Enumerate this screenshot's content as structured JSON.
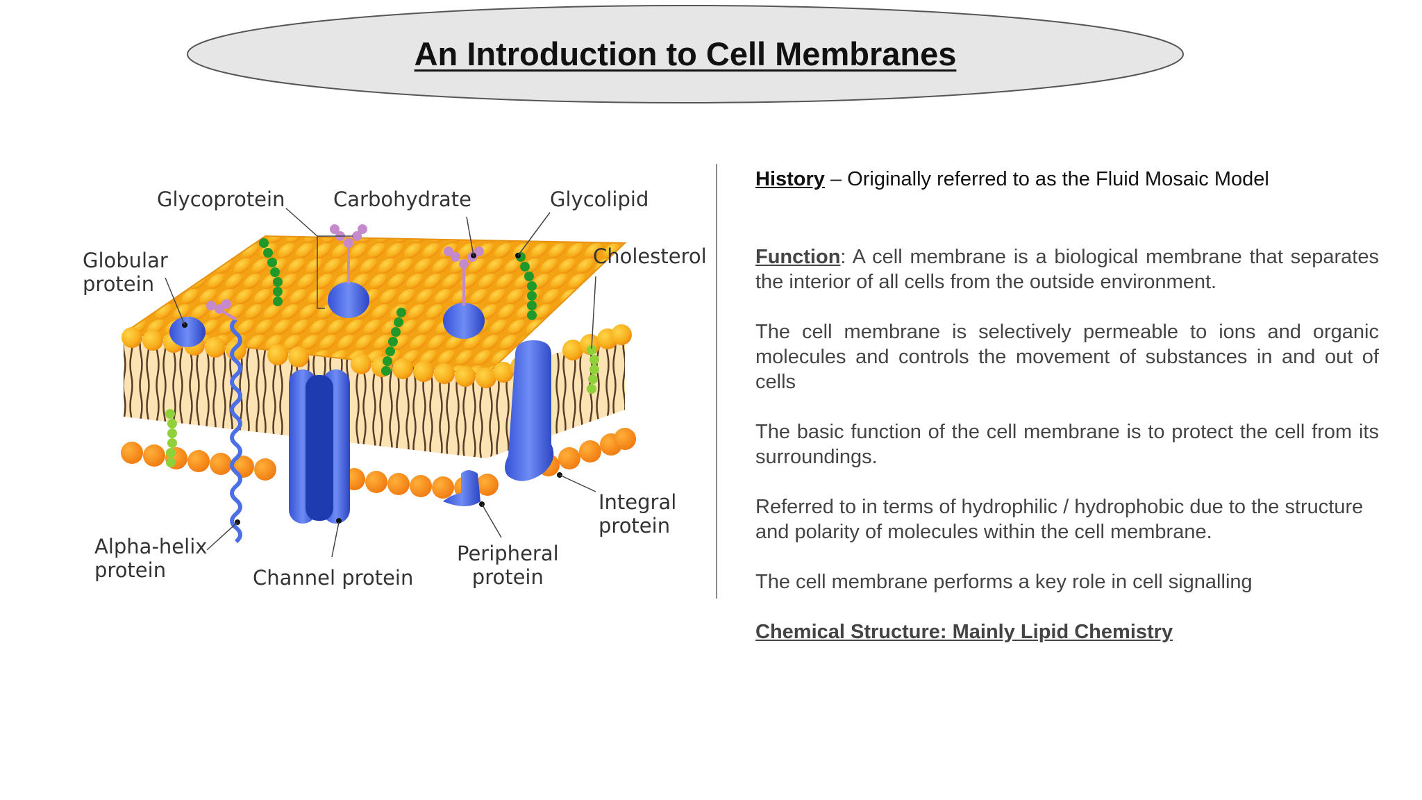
{
  "slide": {
    "title": "An Introduction to Cell Membranes"
  },
  "diagram": {
    "labels": {
      "glycoprotein": "Glycoprotein",
      "carbohydrate": "Carbohydrate",
      "glycolipid": "Glycolipid",
      "globular_line1": "Globular",
      "globular_line2": "protein",
      "cholesterol": "Cholesterol",
      "alpha_line1": "Alpha-helix",
      "alpha_line2": "protein",
      "channel": "Channel protein",
      "peripheral_line1": "Peripheral",
      "peripheral_line2": "protein",
      "integral_line1": "Integral",
      "integral_line2": "protein"
    },
    "colors": {
      "head": "#f9b81e",
      "head_dark": "#f08b14",
      "protein": "#4d6fe6",
      "protein_dark": "#2a45c0",
      "cholesterol": "#8fd13a",
      "glycolipid_chain": "#1f9a2a",
      "carbohydrate": "#c58acc"
    }
  },
  "content": {
    "history_heading": "History",
    "history_text": " – Originally referred to as the Fluid Mosaic Model",
    "function_heading": "Function",
    "function_text": ": A cell membrane is a biological membrane that separates the interior of all cells from the outside environment.",
    "para_permeable": "The cell membrane is selectively permeable to ions and organic molecules and controls the movement of substances in and out of cells",
    "para_protect": "The basic function of the cell membrane is to protect the cell from its surroundings.",
    "para_hydro": "Referred to in terms of hydrophilic / hydrophobic due to the structure and polarity of molecules within the cell membrane.",
    "para_signal": "The cell membrane performs a key role in cell signalling",
    "chemical_heading": "Chemical Structure: Mainly Lipid Chemistry"
  }
}
